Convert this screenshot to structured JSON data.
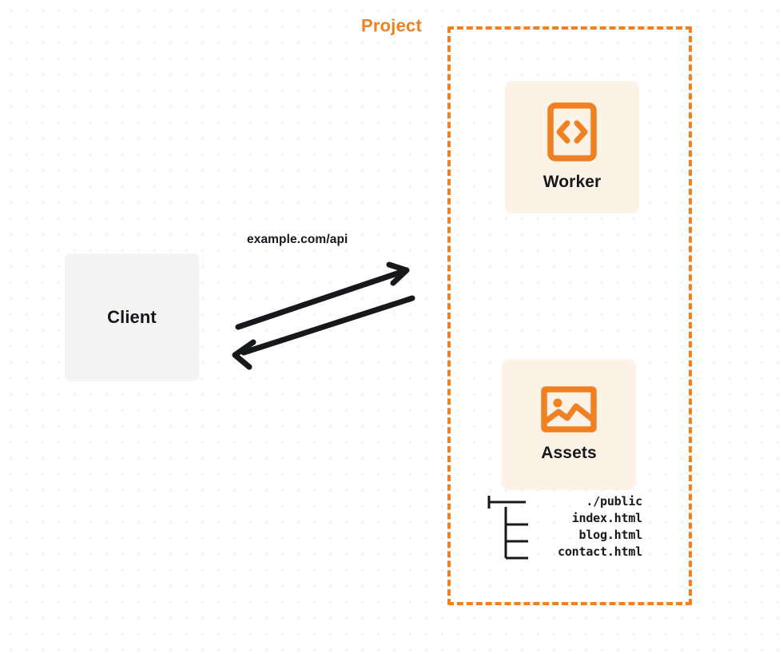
{
  "diagram": {
    "title": "Project",
    "client": {
      "label": "Client",
      "color": "#f4f4f5"
    },
    "connection": {
      "label": "example.com/api",
      "direction": "bidirectional",
      "color": "#16181c"
    },
    "project": {
      "label": "Project",
      "border_color": "#ef8123",
      "border_style": "dashed",
      "services": [
        {
          "label": "Worker",
          "icon": "code-brackets-icon",
          "card_color": "#fdf2e6",
          "icon_color": "#ef8123"
        },
        {
          "label": "Assets",
          "icon": "image-icon",
          "card_color": "#fdf2e6",
          "icon_color": "#ef8123"
        }
      ],
      "file_tree": [
        {
          "label": "./public"
        },
        {
          "label": "index.html"
        },
        {
          "label": "blog.html"
        },
        {
          "label": "contact.html"
        }
      ]
    }
  }
}
